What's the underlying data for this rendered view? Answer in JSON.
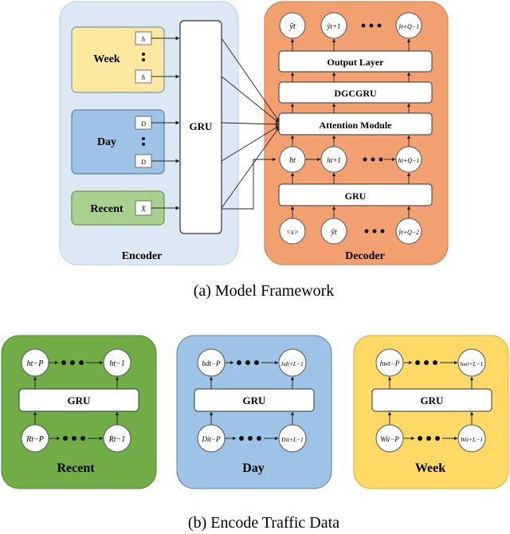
{
  "panel_a": {
    "caption": "(a) Model Framework",
    "encoder": {
      "label": "Encoder",
      "week": {
        "label": "Week",
        "inputs": [
          "h",
          "h"
        ]
      },
      "day": {
        "label": "Day",
        "inputs": [
          "D",
          "D"
        ]
      },
      "recent": {
        "label": "Recent",
        "input": "X"
      },
      "gru_label": "GRU"
    },
    "decoder": {
      "label": "Decoder",
      "outputs": [
        "ŷt",
        "ŷt+1",
        "ŷt+Q−1"
      ],
      "output_layer": "Output Layer",
      "dgcgru": "DGCGRU",
      "attention": "Attention Module",
      "hidden": [
        "ht",
        "ht+1",
        "ht+Q−1"
      ],
      "gru": "GRU",
      "inputs": [
        "<s>",
        "ŷt",
        "ŷt+Q−2"
      ]
    }
  },
  "panel_b": {
    "caption": "(b) Encode Traffic Data",
    "recent": {
      "label": "Recent",
      "gru": "GRU",
      "top": [
        "ht−P",
        "ht−1"
      ],
      "bottom": [
        "Rt−P",
        "Rt−1"
      ]
    },
    "day": {
      "label": "Day",
      "gru": "GRU",
      "top": [
        "hdt−P",
        "hdt+L−1"
      ],
      "bottom": [
        "Dit−P",
        "Dit+L−1"
      ]
    },
    "week": {
      "label": "Week",
      "gru": "GRU",
      "top": [
        "hwt−P",
        "hwt+L−1"
      ],
      "bottom": [
        "Wit−P",
        "Wit+L−1"
      ]
    }
  },
  "colors": {
    "encoder_bg": "#dce9f5",
    "decoder_bg": "#f2a070",
    "week": "#fde8a0",
    "day": "#9dc3e6",
    "recent": "#a9d08e",
    "recent_b": "#70ad47",
    "day_b": "#9dc3e6",
    "week_b": "#ffd966"
  }
}
